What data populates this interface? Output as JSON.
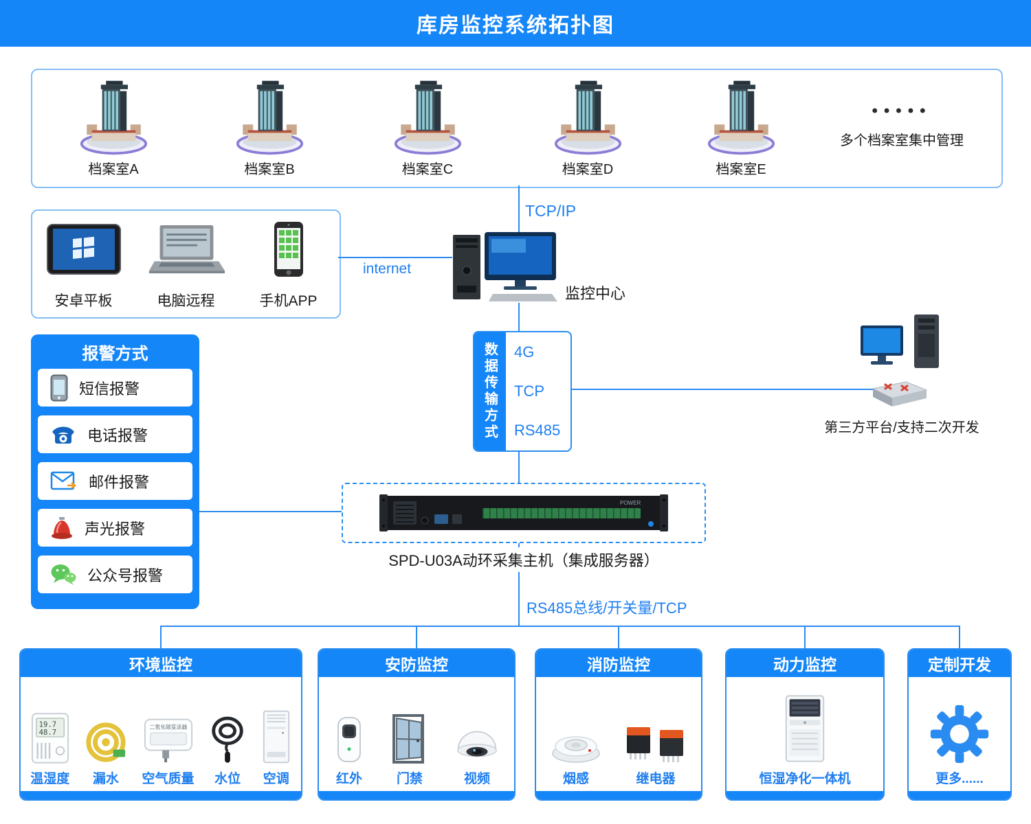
{
  "colors": {
    "accent": "#1486f8",
    "line": "#2a8cf0",
    "label_blue": "#1f7ff0",
    "border_light": "#85bdf6"
  },
  "header": {
    "title": "库房监控系统拓扑图"
  },
  "archives": {
    "items": [
      {
        "label": "档案室A"
      },
      {
        "label": "档案室B"
      },
      {
        "label": "档案室C"
      },
      {
        "label": "档案室D"
      },
      {
        "label": "档案室E"
      }
    ],
    "dots": "•••••",
    "more_label": "多个档案室集中管理"
  },
  "clients": {
    "tablet_label": "安卓平板",
    "pc_label": "电脑远程",
    "app_label": "手机APP"
  },
  "connections": {
    "tcpip": "TCP/IP",
    "internet": "internet",
    "bus": "RS485总线/开关量/TCP"
  },
  "monitoring_center": {
    "label": "监控中心"
  },
  "transmission": {
    "title": "数据传输方式",
    "options": [
      "4G",
      "TCP",
      "RS485"
    ]
  },
  "third_party": {
    "label": "第三方平台/支持二次开发"
  },
  "alarm": {
    "title": "报警方式",
    "items": [
      {
        "label": "短信报警"
      },
      {
        "label": "电话报警"
      },
      {
        "label": "邮件报警"
      },
      {
        "label": "声光报警"
      },
      {
        "label": "公众号报警"
      }
    ]
  },
  "server": {
    "label": "SPD-U03A动环采集主机（集成服务器）"
  },
  "subsystems": [
    {
      "title": "环境监控",
      "devices": [
        {
          "label": "温湿度"
        },
        {
          "label": "漏水"
        },
        {
          "label": "空气质量"
        },
        {
          "label": "水位"
        },
        {
          "label": "空调"
        }
      ]
    },
    {
      "title": "安防监控",
      "devices": [
        {
          "label": "红外"
        },
        {
          "label": "门禁"
        },
        {
          "label": "视频"
        }
      ]
    },
    {
      "title": "消防监控",
      "devices": [
        {
          "label": "烟感"
        },
        {
          "label": "继电器"
        }
      ]
    },
    {
      "title": "动力监控",
      "devices": [
        {
          "label": "恒湿净化一体机"
        }
      ]
    },
    {
      "title": "定制开发",
      "devices": [
        {
          "label": "更多......"
        }
      ]
    }
  ],
  "device_displays": {
    "thermo_temp": "19.7",
    "thermo_hum": "48.7",
    "co2_label": "二氧化碳变送器",
    "server_power_label": "POWER"
  }
}
